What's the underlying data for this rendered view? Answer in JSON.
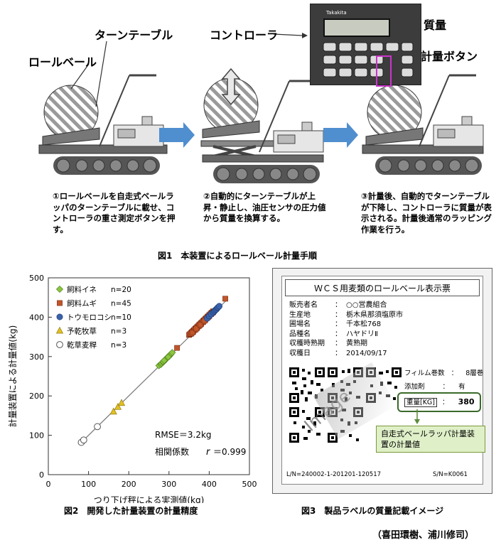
{
  "fig1": {
    "labels": {
      "turntable": "ターンテーブル",
      "roll_bale": "ロールベール",
      "controller": "コントローラ",
      "mass": "質量",
      "weigh_button": "計量ボタン"
    },
    "controller_brand": "Takakita",
    "steps": [
      "①ロールベールを自走式ベールラッパのターンテーブルに載せ、コントローラの重さ測定ボタンを押す。",
      "②自動的にターンテーブルが上昇・静止し、油圧センサの圧力値から質量を換算する。",
      "③計量後、自動的でターンテーブルが下降し、コントローラに質量が表示される。計量後通常のラッピング作業を行う。"
    ],
    "caption": "図1　本装置によるロールベール計量手順"
  },
  "fig2": {
    "caption": "図2　開発した計量装置の計量精度",
    "rmse": "RMSE＝3.2kg",
    "corr_label": "相関係数",
    "corr_r": "r",
    "corr_value": "＝0.999"
  },
  "fig3": {
    "caption": "図3　製品ラベルの質量記載イメージ",
    "label_title": "ＷＣＳ用麦類のロールベール表示票",
    "rows": [
      {
        "k": "販売者名",
        "sep": "：",
        "v": "○○営農組合"
      },
      {
        "k": "生産地",
        "sep": "：",
        "v": "栃木県那須塩原市"
      },
      {
        "k": "圃場名",
        "sep": "：",
        "v": "千本松768"
      },
      {
        "k": "品種名",
        "sep": "：",
        "v": "ハヤドリⅡ"
      },
      {
        "k": "収穫時熟期",
        "sep": "：",
        "v": "黄熟期"
      },
      {
        "k": "収穫日",
        "sep": "：",
        "v": "2014/09/17"
      }
    ],
    "film_label": "フィルム巻数",
    "film_sep": "：",
    "film_value": "8層巻",
    "additive_label": "添加剤",
    "additive_sep": "：",
    "additive_value": "有",
    "weight_label": "重量[KG]",
    "weight_sep": "：",
    "weight_value": "380",
    "image_watermark": "Image",
    "footer_left": "L/N=240002-1-201201-120517",
    "footer_right": "S/N=K0061",
    "callout": "自走式ベールラッパ計量装置の計量値"
  },
  "chart_data": {
    "type": "scatter",
    "xlabel": "つり下げ秤による実測値(kg)",
    "ylabel": "計量装置による計量値(kg)",
    "xlim": [
      0,
      500
    ],
    "ylim": [
      0,
      500
    ],
    "xticks": [
      0,
      100,
      200,
      300,
      400,
      500
    ],
    "yticks": [
      0,
      100,
      200,
      300,
      400,
      500
    ],
    "grid": false,
    "legend_position": "top-left",
    "series": [
      {
        "name": "飼料イネ",
        "n_label": "n=20",
        "marker": "diamond",
        "color": "#8cc63f",
        "x": [
          275,
          280,
          282,
          285,
          288,
          290,
          292,
          295,
          297,
          300,
          302,
          305,
          300,
          290,
          285,
          295,
          303,
          298,
          288,
          308
        ],
        "y": [
          277,
          280,
          283,
          286,
          288,
          291,
          293,
          296,
          298,
          300,
          303,
          306,
          302,
          292,
          287,
          297,
          305,
          299,
          290,
          310
        ]
      },
      {
        "name": "飼料ムギ",
        "n_label": "n=45",
        "marker": "square",
        "color": "#c0562b",
        "x": [
          320,
          350,
          352,
          355,
          357,
          360,
          362,
          365,
          367,
          370,
          372,
          375,
          377,
          380,
          382,
          385,
          387,
          390,
          392,
          395,
          397,
          400,
          402,
          405,
          407,
          410,
          355,
          360,
          365,
          370,
          375,
          380,
          385,
          390,
          395,
          400,
          405,
          410,
          358,
          368,
          378,
          388,
          398,
          408,
          440
        ],
        "y": [
          322,
          355,
          357,
          360,
          362,
          365,
          367,
          370,
          372,
          375,
          377,
          380,
          382,
          385,
          387,
          390,
          392,
          395,
          397,
          400,
          402,
          405,
          407,
          410,
          412,
          415,
          358,
          363,
          368,
          373,
          378,
          383,
          388,
          393,
          398,
          403,
          408,
          413,
          361,
          371,
          381,
          391,
          401,
          411,
          447
        ]
      },
      {
        "name": "トウモロコシ",
        "n_label": "n=10",
        "marker": "circle",
        "color": "#3a62a8",
        "x": [
          395,
          400,
          405,
          410,
          413,
          415,
          418,
          420,
          422,
          425
        ],
        "y": [
          397,
          403,
          408,
          412,
          415,
          418,
          420,
          423,
          425,
          428
        ]
      },
      {
        "name": "予乾牧草",
        "n_label": "n=3",
        "marker": "triangle",
        "color": "#e0c020",
        "x": [
          162,
          173,
          182
        ],
        "y": [
          160,
          172,
          182
        ]
      },
      {
        "name": "乾草麦稈",
        "n_label": "n=3",
        "marker": "open-circle",
        "color": "#ffffff",
        "x": [
          82,
          88,
          122
        ],
        "y": [
          82,
          88,
          122
        ]
      }
    ],
    "fit_line": {
      "x": [
        80,
        442
      ],
      "y": [
        80,
        442
      ]
    },
    "annotations": [
      "RMSE＝3.2kg",
      "相関係数　r＝0.999"
    ]
  },
  "authors": "（喜田環樹、浦川修司）",
  "colors": {
    "arrow": "#4f8ecf",
    "magenta": "#cc33cc",
    "callout_bg": "#dff0c8",
    "callout_border": "#7a9a3a",
    "weight_box": "#3a6a2a"
  }
}
